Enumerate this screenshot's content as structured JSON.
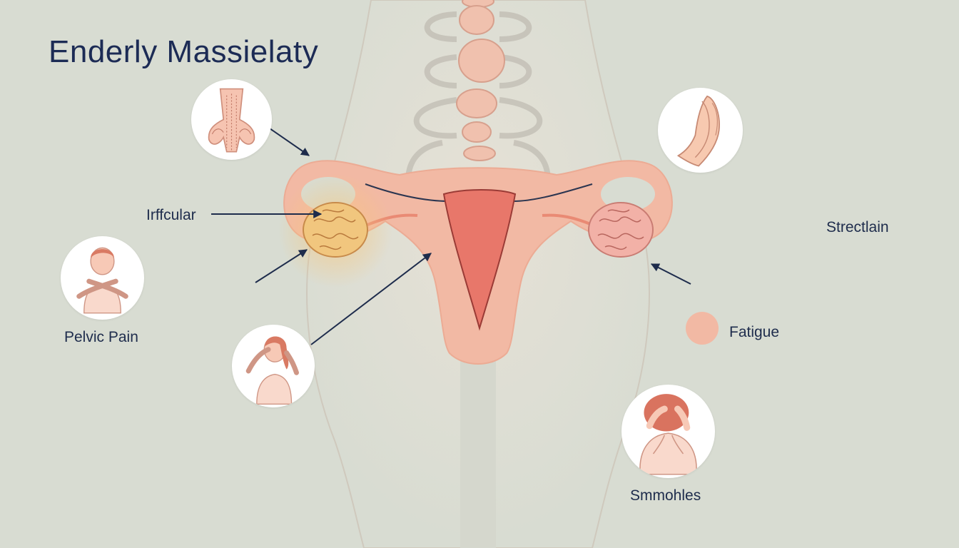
{
  "diagram": {
    "title": "Enderly Massielaty",
    "labels": {
      "left_ovary": "Irffcular",
      "right": "Strectlain",
      "pelvic": "Pelvic Pain",
      "fatigue": "Fatigue",
      "bottom_right": "Smmohles"
    }
  },
  "colors": {
    "background": "#d8dcd2",
    "title": "#1c2b55",
    "label": "#1e2c4c",
    "uterus": "#f2b9a4",
    "uterus_inner": "#e8776a",
    "ovary_left": "#f1c67e",
    "ovary_right": "#f2b1a7",
    "spine": "#f0c1ae",
    "arrow": "#1e2c4c"
  },
  "icons": {
    "c1": "pelvic-anatomy-icon",
    "c2": "praying-hands-icon",
    "c3": "woman-chest-pain-icon",
    "c4": "woman-touching-head-icon",
    "c5": "head-in-hands-icon"
  }
}
